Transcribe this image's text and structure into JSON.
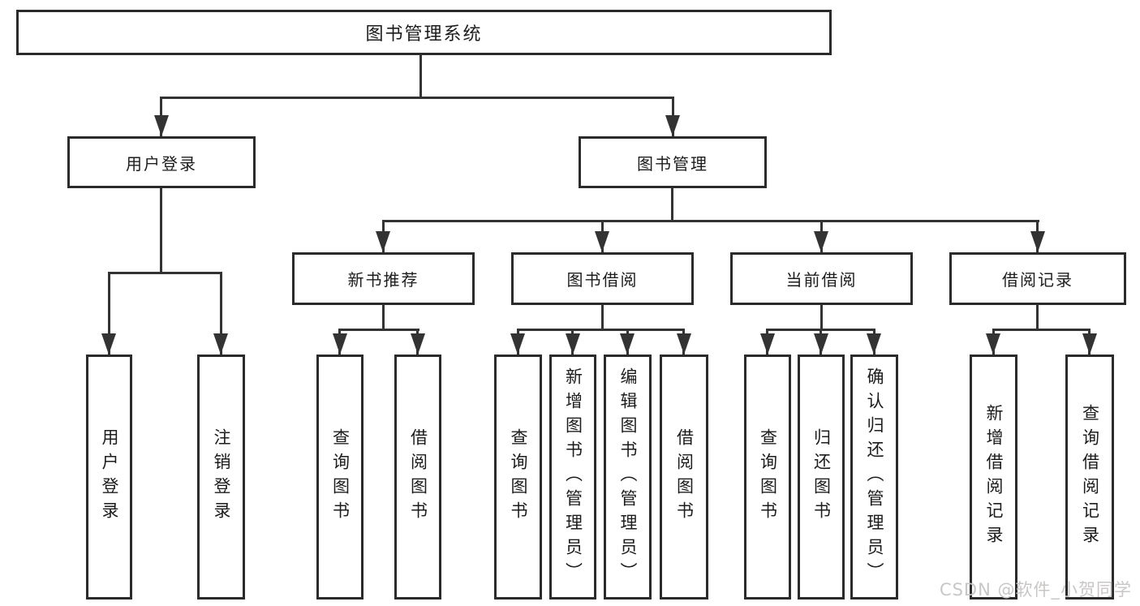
{
  "colors": {
    "line": "#333333",
    "border": "#2b2b2b",
    "text": "#1c1c1c",
    "background": "#ffffff"
  },
  "watermark": {
    "text": "CSDN @软件_小贺同学",
    "color": "#c9c6c6"
  },
  "tree": {
    "root": {
      "label": "图书管理系统"
    },
    "branches": [
      {
        "label": "用户登录",
        "children": [
          {
            "label": "用户登录"
          },
          {
            "label": "注销登录"
          }
        ]
      },
      {
        "label": "图书管理",
        "children": [
          {
            "label": "新书推荐",
            "children": [
              {
                "label": "查询图书"
              },
              {
                "label": "借阅图书"
              }
            ]
          },
          {
            "label": "图书借阅",
            "children": [
              {
                "label": "查询图书"
              },
              {
                "label": "新增图书（管理员）"
              },
              {
                "label": "编辑图书（管理员）"
              },
              {
                "label": "借阅图书"
              }
            ]
          },
          {
            "label": "当前借阅",
            "children": [
              {
                "label": "查询图书"
              },
              {
                "label": "归还图书"
              },
              {
                "label": "确认归还（管理员）"
              }
            ]
          },
          {
            "label": "借阅记录",
            "children": [
              {
                "label": "新增借阅记录"
              },
              {
                "label": "查询借阅记录"
              }
            ]
          }
        ]
      }
    ]
  }
}
